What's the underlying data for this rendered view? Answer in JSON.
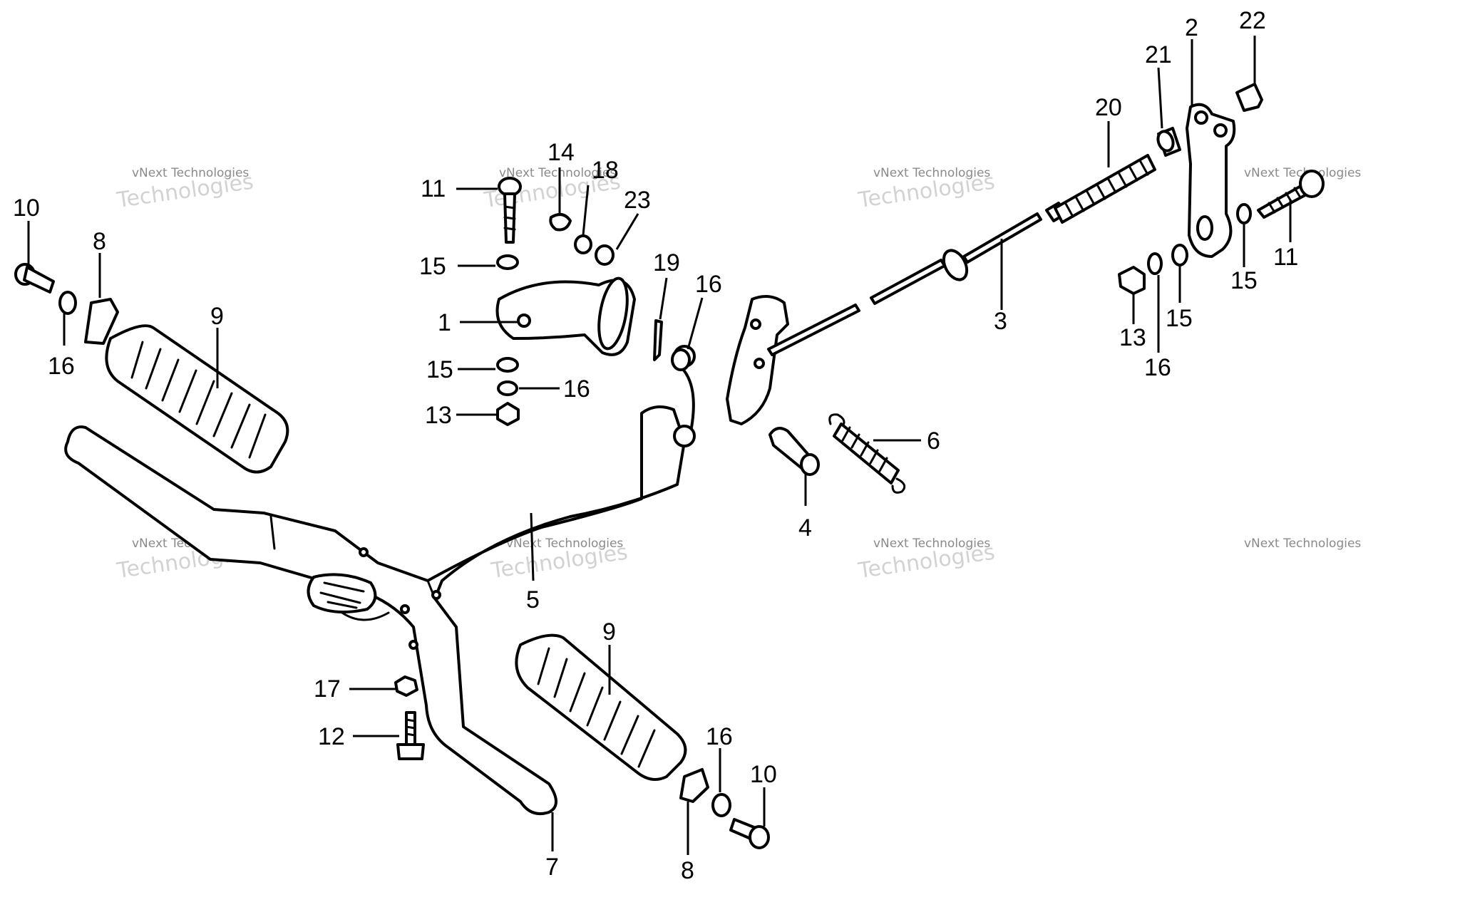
{
  "diagram": {
    "watermark": {
      "line1": "vNext Technologies",
      "line2": "Technologies",
      "line3": "vNext"
    },
    "callouts": [
      {
        "id": "c10a",
        "text": "10"
      },
      {
        "id": "c8a",
        "text": "8"
      },
      {
        "id": "c16a",
        "text": "16"
      },
      {
        "id": "c9a",
        "text": "9"
      },
      {
        "id": "c11a",
        "text": "11"
      },
      {
        "id": "c14",
        "text": "14"
      },
      {
        "id": "c18",
        "text": "18"
      },
      {
        "id": "c23",
        "text": "23"
      },
      {
        "id": "c15a",
        "text": "15"
      },
      {
        "id": "c1",
        "text": "1"
      },
      {
        "id": "c15b",
        "text": "15"
      },
      {
        "id": "c16b",
        "text": "16"
      },
      {
        "id": "c13a",
        "text": "13"
      },
      {
        "id": "c19",
        "text": "19"
      },
      {
        "id": "c16c",
        "text": "16"
      },
      {
        "id": "c5",
        "text": "5"
      },
      {
        "id": "c4",
        "text": "4"
      },
      {
        "id": "c6",
        "text": "6"
      },
      {
        "id": "c3",
        "text": "3"
      },
      {
        "id": "c20",
        "text": "20"
      },
      {
        "id": "c21",
        "text": "21"
      },
      {
        "id": "c2",
        "text": "2"
      },
      {
        "id": "c22",
        "text": "22"
      },
      {
        "id": "c11b",
        "text": "11"
      },
      {
        "id": "c15c",
        "text": "15"
      },
      {
        "id": "c13b",
        "text": "13"
      },
      {
        "id": "c16d",
        "text": "16"
      },
      {
        "id": "c15d",
        "text": "15"
      },
      {
        "id": "c9b",
        "text": "9"
      },
      {
        "id": "c17",
        "text": "17"
      },
      {
        "id": "c12",
        "text": "12"
      },
      {
        "id": "c7",
        "text": "7"
      },
      {
        "id": "c8b",
        "text": "8"
      },
      {
        "id": "c16e",
        "text": "16"
      },
      {
        "id": "c10b",
        "text": "10"
      }
    ]
  }
}
